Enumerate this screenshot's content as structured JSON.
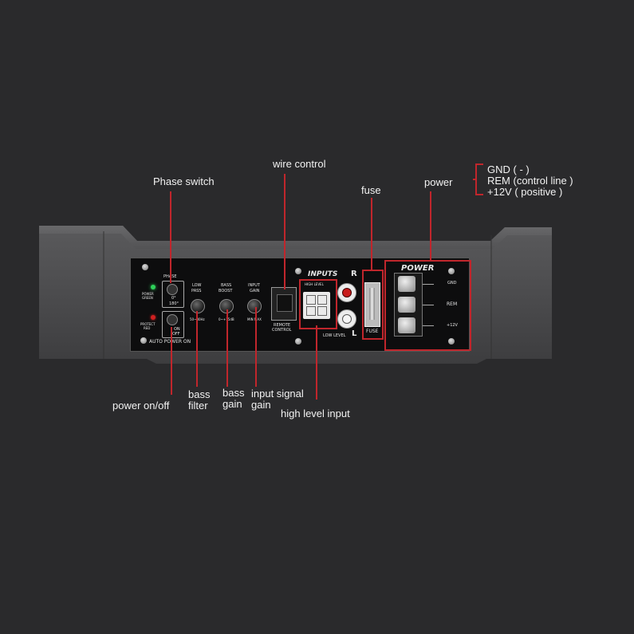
{
  "callouts": {
    "phase_switch": "Phase switch",
    "wire_control": "wire control",
    "fuse": "fuse",
    "power": "power",
    "gnd": "GND  ( - )",
    "rem": "REM  (control line )",
    "v12": "+12V  ( positive )",
    "power_on_off": "power on/off",
    "bass_filter_1": "bass",
    "bass_filter_2": "filter",
    "bass_gain_1": "bass",
    "bass_gain_2": "gain",
    "input_gain_1": "input signal",
    "input_gain_2": "gain",
    "high_level_input": "high level input"
  },
  "panel": {
    "phase": "PHASE",
    "deg0": "0°",
    "deg180": "180°",
    "power_green_1": "POWER",
    "power_green_2": "GREEN",
    "protect_red_1": "PROTECT",
    "protect_red_2": "RED",
    "on": "ON",
    "off": "OFF",
    "auto_power_on": "AUTO POWER ON",
    "low_pass_1": "LOW",
    "low_pass_2": "PASS",
    "low_pass_range": "50~80Hz",
    "bass_boost_1": "BASS",
    "bass_boost_2": "BOOST",
    "bass_boost_range": "0~+15dB",
    "input_gain_1": "INPUT",
    "input_gain_2": "GAIN",
    "input_gain_range": "MIN  MAX",
    "remote_control_1": "REMOTE",
    "remote_control_2": "CONTROL",
    "inputs": "INPUTS",
    "r": "R",
    "l": "L",
    "high_level": "HIGH LEVEL",
    "low_level": "LOW LEVEL",
    "fuse": "FUSE",
    "power": "POWER",
    "gnd": "GND",
    "rem": "REM",
    "v12": "+12V"
  }
}
